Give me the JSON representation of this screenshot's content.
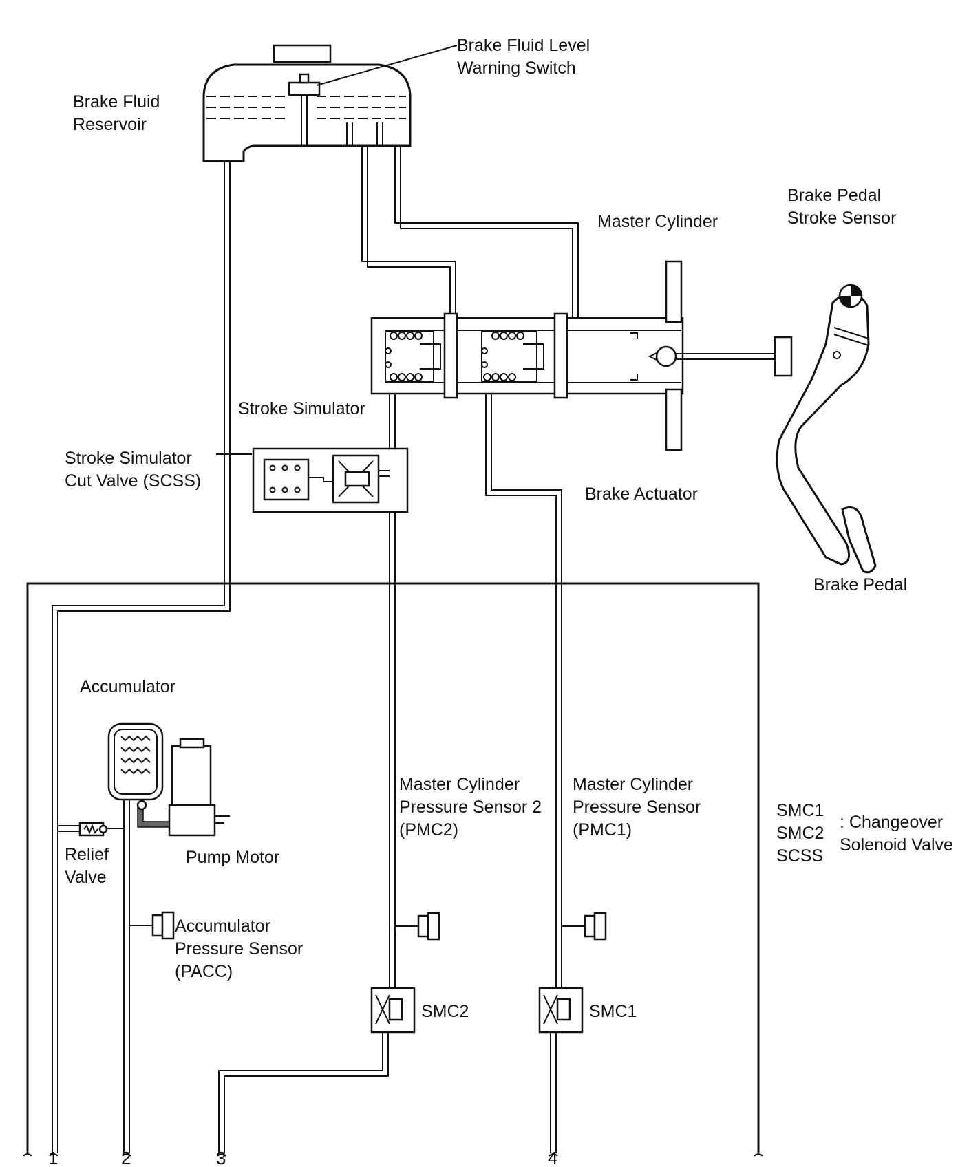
{
  "labels": {
    "brake_fluid_reservoir": [
      "Brake Fluid",
      "Reservoir"
    ],
    "level_warning_switch": [
      "Brake Fluid Level",
      "Warning Switch"
    ],
    "brake_pedal_stroke_sensor": [
      "Brake Pedal",
      "Stroke Sensor"
    ],
    "master_cylinder": "Master Cylinder",
    "stroke_simulator": "Stroke Simulator",
    "stroke_simulator_cut_valve": [
      "Stroke Simulator",
      "Cut Valve (SCSS)"
    ],
    "brake_actuator": "Brake Actuator",
    "brake_pedal": "Brake Pedal",
    "accumulator": "Accumulator",
    "pump_motor": "Pump Motor",
    "relief_valve": [
      "Relief",
      "Valve"
    ],
    "accumulator_pressure_sensor": [
      "Accumulator",
      "Pressure Sensor",
      "(PACC)"
    ],
    "pressure_sensor_2": [
      "Master Cylinder",
      "Pressure Sensor 2",
      "(PMC2)"
    ],
    "pressure_sensor_1": [
      "Master Cylinder",
      "Pressure Sensor",
      "(PMC1)"
    ],
    "smc2": "SMC2",
    "smc1": "SMC1"
  },
  "legend": {
    "codes": [
      "SMC1",
      "SMC2",
      "SCSS"
    ],
    "description": [
      ": Changeover",
      "Solenoid Valve"
    ]
  },
  "port_numbers": [
    "1",
    "2",
    "3",
    "4"
  ]
}
